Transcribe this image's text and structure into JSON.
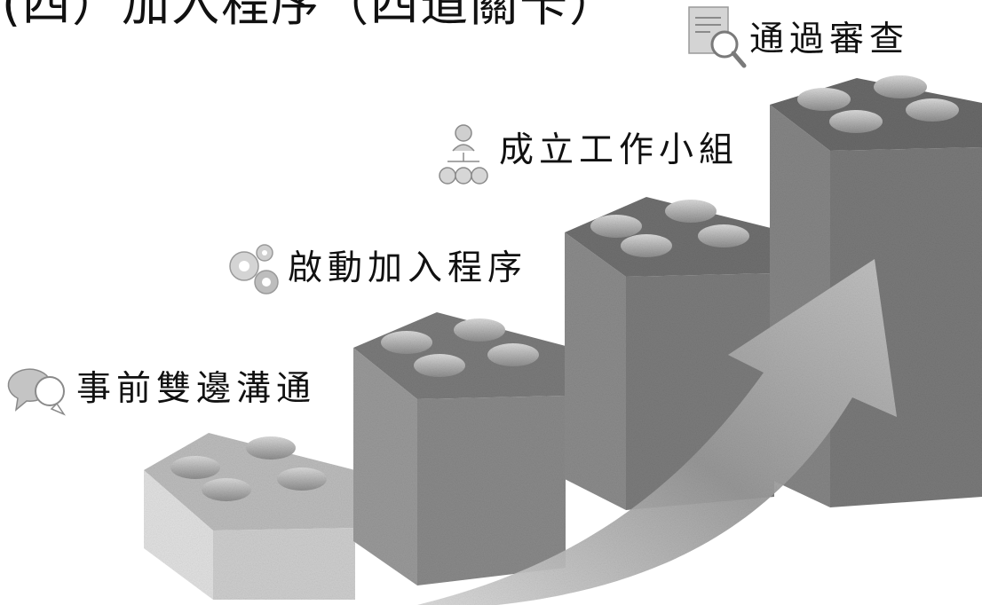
{
  "title": "(四）加入程序（四道關卡）",
  "steps": [
    {
      "label": "事前雙邊溝通",
      "icon": "chat-bubbles-icon"
    },
    {
      "label": "啟動加入程序",
      "icon": "gears-icon"
    },
    {
      "label": "成立工作小組",
      "icon": "team-org-icon"
    },
    {
      "label": "通過審查",
      "icon": "document-magnifier-icon"
    }
  ]
}
